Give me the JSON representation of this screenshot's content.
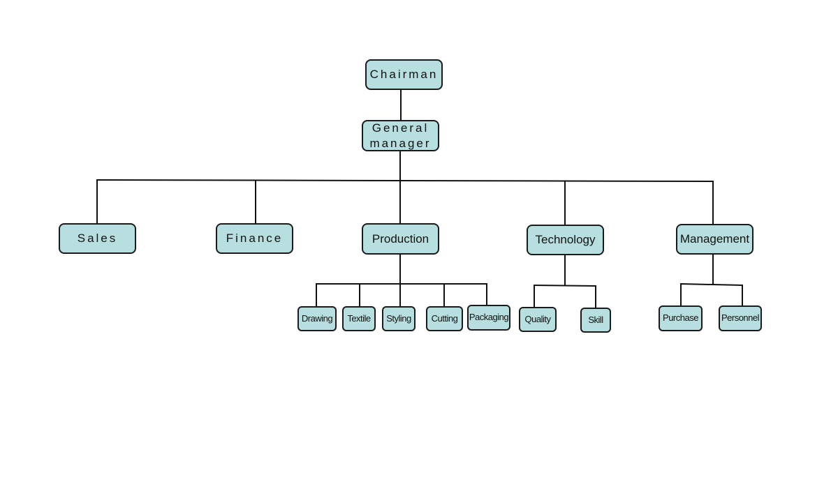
{
  "org_chart": {
    "nodes": {
      "chairman": "Chairman",
      "general_manager": [
        "General",
        "manager"
      ],
      "departments": {
        "sales": "Sales",
        "finance": "Finance",
        "production": "Production",
        "technology": "Technology",
        "management": "Management"
      },
      "production_units": [
        "Drawing",
        "Textile",
        "Styling",
        "Cutting",
        "Packaging"
      ],
      "technology_units": [
        "Quality",
        "Skill"
      ],
      "management_units": [
        "Purchase",
        "Personnel"
      ]
    },
    "colors": {
      "node_fill": "#b8dfe0",
      "node_border": "#1a1a1a",
      "connector": "#111111"
    }
  }
}
